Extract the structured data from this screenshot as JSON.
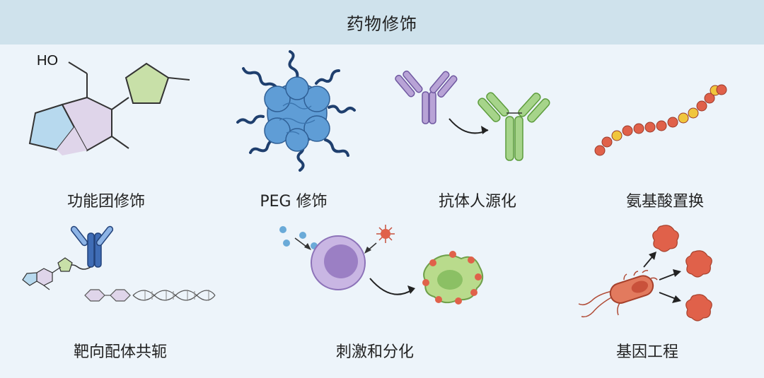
{
  "header": {
    "title": "药物修饰"
  },
  "modifications": [
    {
      "label": "功能团修饰",
      "icon": "functional-group-molecule"
    },
    {
      "label": "PEG 修饰",
      "icon": "pegylated-protein"
    },
    {
      "label": "抗体人源化",
      "icon": "antibody-humanization"
    },
    {
      "label": "氨基酸置换",
      "icon": "amino-acid-chain"
    },
    {
      "label": "靶向配体共轭",
      "icon": "ligand-conjugate"
    },
    {
      "label": "刺激和分化",
      "icon": "cell-stimulation"
    },
    {
      "label": "基因工程",
      "icon": "engineered-bacterium"
    }
  ],
  "molecule": {
    "hydroxyl_label": "HO"
  },
  "colors": {
    "header_bg": "#cfe2ec",
    "panel_bg": "#edf4fa",
    "protein_blue": "#6fa8d8",
    "antibody_purple": "#b39cd0",
    "antibody_green": "#9ccf7a",
    "cell_purple": "#9b7fc4",
    "bacterium_orange": "#e07a5a"
  }
}
